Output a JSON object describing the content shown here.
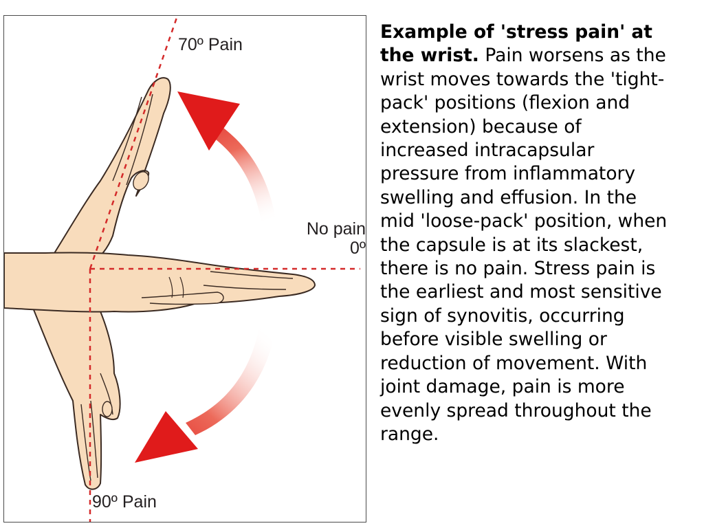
{
  "figure": {
    "label_extension": "70º Pain",
    "label_neutral_line1": "No pain",
    "label_neutral_line2": "0º",
    "label_flexion": "90º Pain"
  },
  "caption": {
    "title": "Example of 'stress pain' at the wrist.",
    "body": "Pain worsens as the wrist moves towards the 'tight-pack' positions (flexion and extension) because of increased intracapsular pressure from inflammatory swelling and effusion. In the mid 'loose-pack' position, when the capsule is at its slackest, there is no pain. Stress pain is the earliest and most sensitive sign of synovitis, occurring before visible swelling or reduction of movement. With joint damage, pain is more evenly spread throughout the range."
  },
  "colors": {
    "skin": "#f8dcbc",
    "outline": "#3a2a22",
    "dash": "#d42a2a",
    "arrow": "#e02020"
  }
}
